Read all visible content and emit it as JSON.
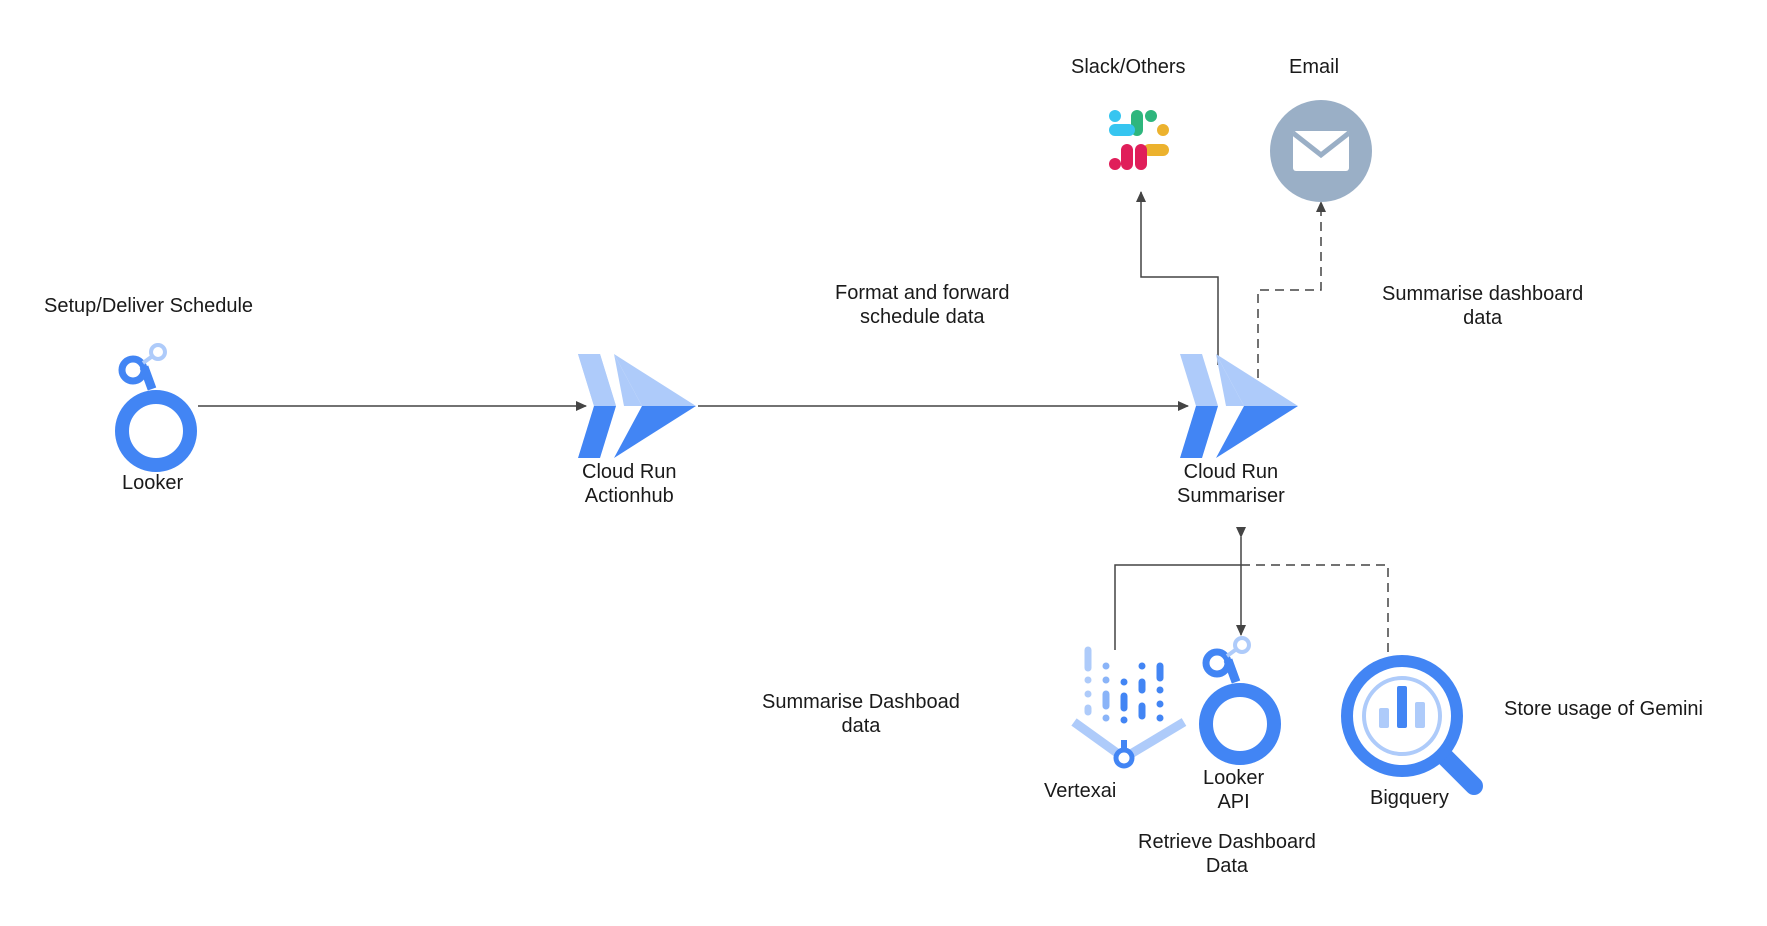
{
  "colors": {
    "blue": "#4285F4",
    "light_blue": "#AECBFA",
    "mid_blue": "#8AB4F8",
    "email_gray": "#9AAFC6",
    "line": "#444444",
    "slack_blue": "#36C5F0",
    "slack_green": "#2EB67D",
    "slack_yellow": "#ECB22E",
    "slack_red": "#E01E5A"
  },
  "nodes": {
    "looker": {
      "icon": "looker-icon",
      "label": "Looker",
      "caption": "Setup/Deliver Schedule"
    },
    "actionhub": {
      "icon": "cloud-run-icon",
      "label_line1": "Cloud Run",
      "label_line2": "Actionhub"
    },
    "summariser": {
      "icon": "cloud-run-icon",
      "label_line1": "Cloud Run",
      "label_line2": "Summariser"
    },
    "slack": {
      "icon": "slack-icon",
      "label": "Slack/Others"
    },
    "email": {
      "icon": "email-icon",
      "label": "Email"
    },
    "vertexai": {
      "icon": "vertex-ai-icon",
      "label": "Vertexai"
    },
    "looker_api": {
      "icon": "looker-icon",
      "label_line1": "Looker",
      "label_line2": "API"
    },
    "bigquery": {
      "icon": "bigquery-icon",
      "label": "Bigquery"
    }
  },
  "annotations": {
    "format_forward": {
      "line1": "Format and forward",
      "line2": "schedule data"
    },
    "summarise_dashboard": {
      "line1": "Summarise dashboard",
      "line2": "data"
    },
    "summarise_dashbaod": {
      "line1": "Summarise Dashboad",
      "line2": "data"
    },
    "retrieve": {
      "line1": "Retrieve Dashboard",
      "line2": "Data"
    },
    "store_usage": {
      "text": "Store usage of Gemini"
    }
  }
}
